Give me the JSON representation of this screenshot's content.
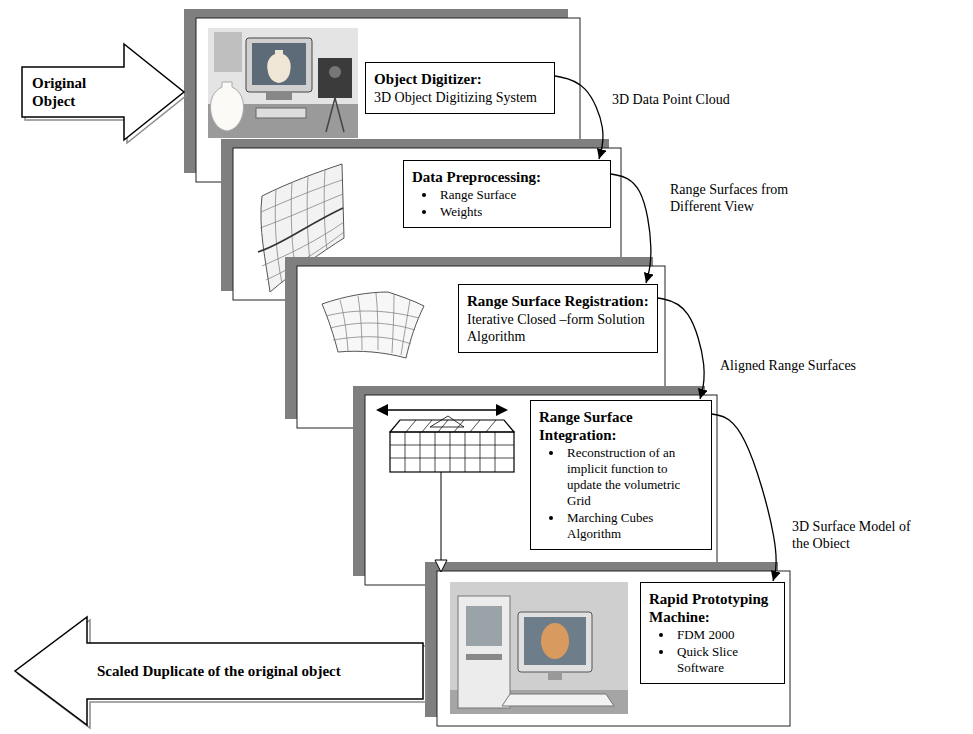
{
  "diagram": {
    "nodes": [
      {
        "text": [
          "Original Object"
        ]
      },
      {
        "text": [
          "Object Digitizer:",
          "3D Object Digitizing System"
        ]
      },
      {
        "text": [
          "Data Preprocessing:",
          "Range Surface",
          "Weights"
        ]
      },
      {
        "text": [
          "Range Surface Registration:",
          "Iterative Closed –form Solution Algorithm"
        ]
      },
      {
        "text": [
          "Range Surface Integration:",
          "Reconstruction of an implicit function to update the volumetric Grid",
          "Marching Cubes Algorithm"
        ]
      },
      {
        "text": [
          "Rapid Prototyping Machine:",
          "FDM 2000",
          "Quick Slice Software"
        ]
      },
      {
        "text": [
          "Scaled Duplicate of the original object"
        ]
      }
    ],
    "edges": [
      {
        "from": 1,
        "to": 2,
        "arrow": "to",
        "label": "3D Data Point Cloud"
      },
      {
        "from": 2,
        "to": 3,
        "arrow": "to",
        "label": "Range Surfaces from Different View"
      },
      {
        "from": 3,
        "to": 4,
        "arrow": "to",
        "label": "Aligned Range Surfaces"
      },
      {
        "from": 4,
        "to": 5,
        "arrow": "to",
        "label": "3D Surface Model of the Obiect"
      }
    ]
  }
}
